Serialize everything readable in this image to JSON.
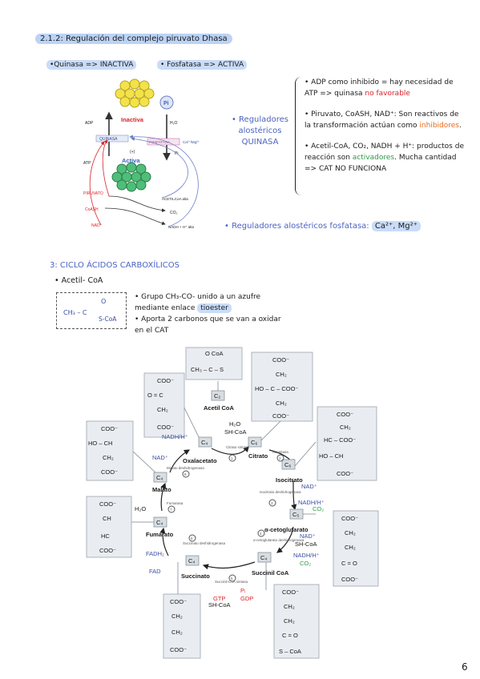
{
  "header": {
    "title": "2.1.2: Regulación del complejo piruvato Dhasa",
    "state_kinase": "•Quinasa => INACTIVA",
    "state_phosphatase": "• Fosfatasa => ACTIVA"
  },
  "regulation_figure": {
    "pi": "Pi",
    "inactiva": "Inactiva",
    "activa": "Activa",
    "adp": "ADP",
    "atp": "ATP",
    "h2o": "H₂O",
    "quinasa": "QUINASA",
    "fosfatasa": "FOSFATASA",
    "ca_mg": "Ca²⁺/Mg²⁺",
    "pi_right": "Pi",
    "plus": "(+)",
    "piruvato": "PIRUVATO",
    "coash": "CoASH",
    "nad": "NAD⁺",
    "acetilcoa": "ACETILCoA alta",
    "co2": "CO₂",
    "nadh": "NADH + H⁺ alta"
  },
  "quinasa_section": {
    "label": "• Reguladores alostéricos QUINASA",
    "items": [
      {
        "a": "• ADP como inhibido = hay necesidad de ATP => quinasa ",
        "b": "no favorable",
        "c": ""
      },
      {
        "a": "• Piruvato, CoASH, NAD⁺: Son reactivos de la transformación actúan como ",
        "b": "inhibidores",
        "c": "."
      },
      {
        "a": "• Acetil-CoA, CO₂, NADH + H⁺: productos de reacción son ",
        "b": "activadores",
        "c": ". Mucha cantidad => CAT NO FUNCIONA"
      }
    ]
  },
  "fosfatasa_section": {
    "label": "• Reguladores alostéricos fosfatasa:",
    "ions": "Ca²⁺, Mg²⁺"
  },
  "section3": {
    "title": "3: CICLO ÁCIDOS CARBOXÍLICOS",
    "subtitle": "• Acetil- CoA",
    "formula_ch3": "CH₃ – C",
    "formula_o": "O",
    "formula_scoa": "S-CoA",
    "bullet1_a": "• Grupo CH₃-CO- unido a un azufre mediante enlace ",
    "bullet1_hl": "tioester",
    "bullet2": "• Aporta 2 carbonos que se van a oxidar en el CAT"
  },
  "cycle": {
    "acetil_coa": "Acetil CoA",
    "oxalacetato": "Oxalacetato",
    "citrato": "Citrato",
    "isocitrato": "Isocitrato",
    "a_ceto": "α-cetoglutarato",
    "succinil": "Succinil CoA",
    "succinato": "Succinato",
    "fumarato": "Fumarato",
    "malato": "Malato",
    "c2": "C₂",
    "c4": "C₄",
    "c6": "C₆",
    "c5": "C₅",
    "h2o": "H₂O",
    "shcoa": "SH-CoA",
    "nadh_h": "NADH/H⁺",
    "nad": "NAD⁺",
    "co2": "CO₂",
    "fadh2": "FADH₂",
    "fad": "FAD",
    "gtp": "GTP",
    "pi": "Pᵢ",
    "gdp": "GDP",
    "citrato_sintasa": "Citrato sintasa",
    "aconitasa": "Aconitasa",
    "isocitrato_dh": "Isocitrato deshidrogenasa",
    "aceto_dh": "α-cetoglutarato deshidrogenasa",
    "succinil_sint": "Succinil-CoA sintasa",
    "succinato_dh": "Succinato deshidrogenasa",
    "fumarasa": "Fumarasa",
    "malato_dh": "Malato deshidrogenasa",
    "n1": "1",
    "n2": "2",
    "n3": "3",
    "n4": "4",
    "n5": "5",
    "n6": "6",
    "n7": "7",
    "n8": "8",
    "coo": "COO⁻",
    "ch2": "CH₂",
    "ch": "CH",
    "c": "C",
    "ho_c_coo": "HO – C – COO⁻",
    "ho_ch": "HO – CH",
    "hc_coo": "HC – COO⁻",
    "o_eq_c": "O = C",
    "c_eq_o": "C = O",
    "hc": "HC",
    "acetyl_top": "O    CoA",
    "acetyl_bot": "CH₃ – C – S",
    "scoa": "S – CoA"
  },
  "page_number": "6"
}
